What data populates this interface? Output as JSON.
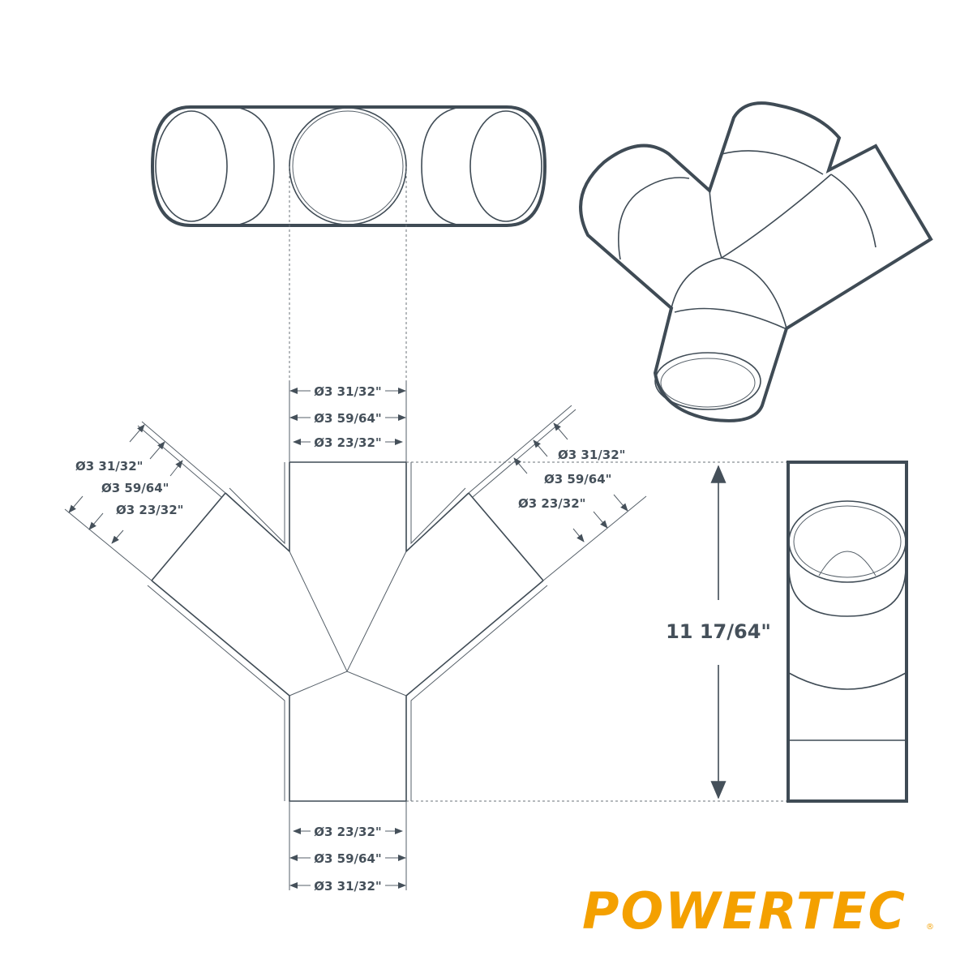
{
  "brand": {
    "name": "POWERTEC",
    "color": "#F4A000",
    "registered_mark": "®"
  },
  "line_color": "#3F4B55",
  "top_dimensions": [
    "Ø3 31/32\"",
    "Ø3 59/64\"",
    "Ø3 23/32\""
  ],
  "bottom_dimensions": [
    "Ø3 23/32\"",
    "Ø3 59/64\"",
    "Ø3 31/32\""
  ],
  "left_branch_dimensions": [
    "Ø3 31/32\"",
    "Ø3 59/64\"",
    "Ø3 23/32\""
  ],
  "right_branch_dimensions": [
    "Ø3 31/32\"",
    "Ø3 59/64\"",
    "Ø3 23/32\""
  ],
  "overall_length": "11 17/64\""
}
